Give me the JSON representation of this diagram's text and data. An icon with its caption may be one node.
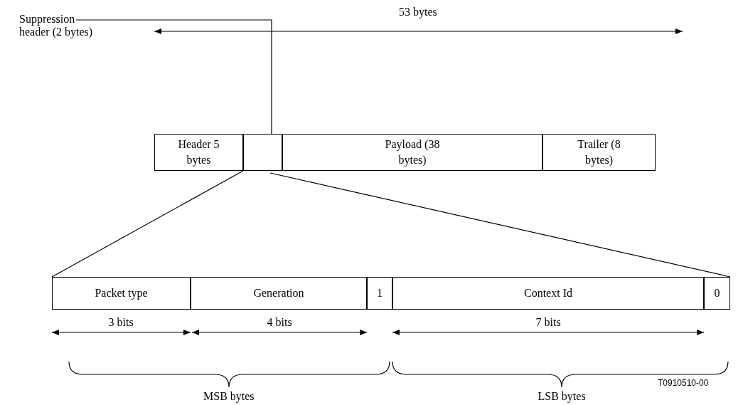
{
  "diagram": {
    "nodes": [
      {
        "text": [
          "Header 5 bytes"
        ]
      },
      {
        "text": [],
        "shape": "box"
      },
      {
        "text": [
          "Payload (38 bytes)"
        ]
      },
      {
        "text": [
          "Trailer (8 bytes)"
        ]
      },
      {
        "text": [
          "Packet type"
        ]
      },
      {
        "text": [
          "Generation"
        ]
      },
      {
        "text": [
          "1"
        ]
      },
      {
        "text": [
          "Context Id"
        ]
      },
      {
        "text": [
          "0"
        ]
      },
      {
        "text": [
          "Suppression header (2 bytes)"
        ]
      }
    ],
    "edges": [
      {
        "from": 9,
        "to": 1,
        "arrow": "none"
      },
      {
        "from": 1,
        "to": 4,
        "arrow": "none"
      },
      {
        "from": 1,
        "to": 8,
        "arrow": "none"
      }
    ],
    "labels": [
      "53 bytes",
      "3 bits",
      "4 bits",
      "7 bits",
      "MSB bytes",
      "LSB bytes",
      "T0910510-00"
    ]
  }
}
